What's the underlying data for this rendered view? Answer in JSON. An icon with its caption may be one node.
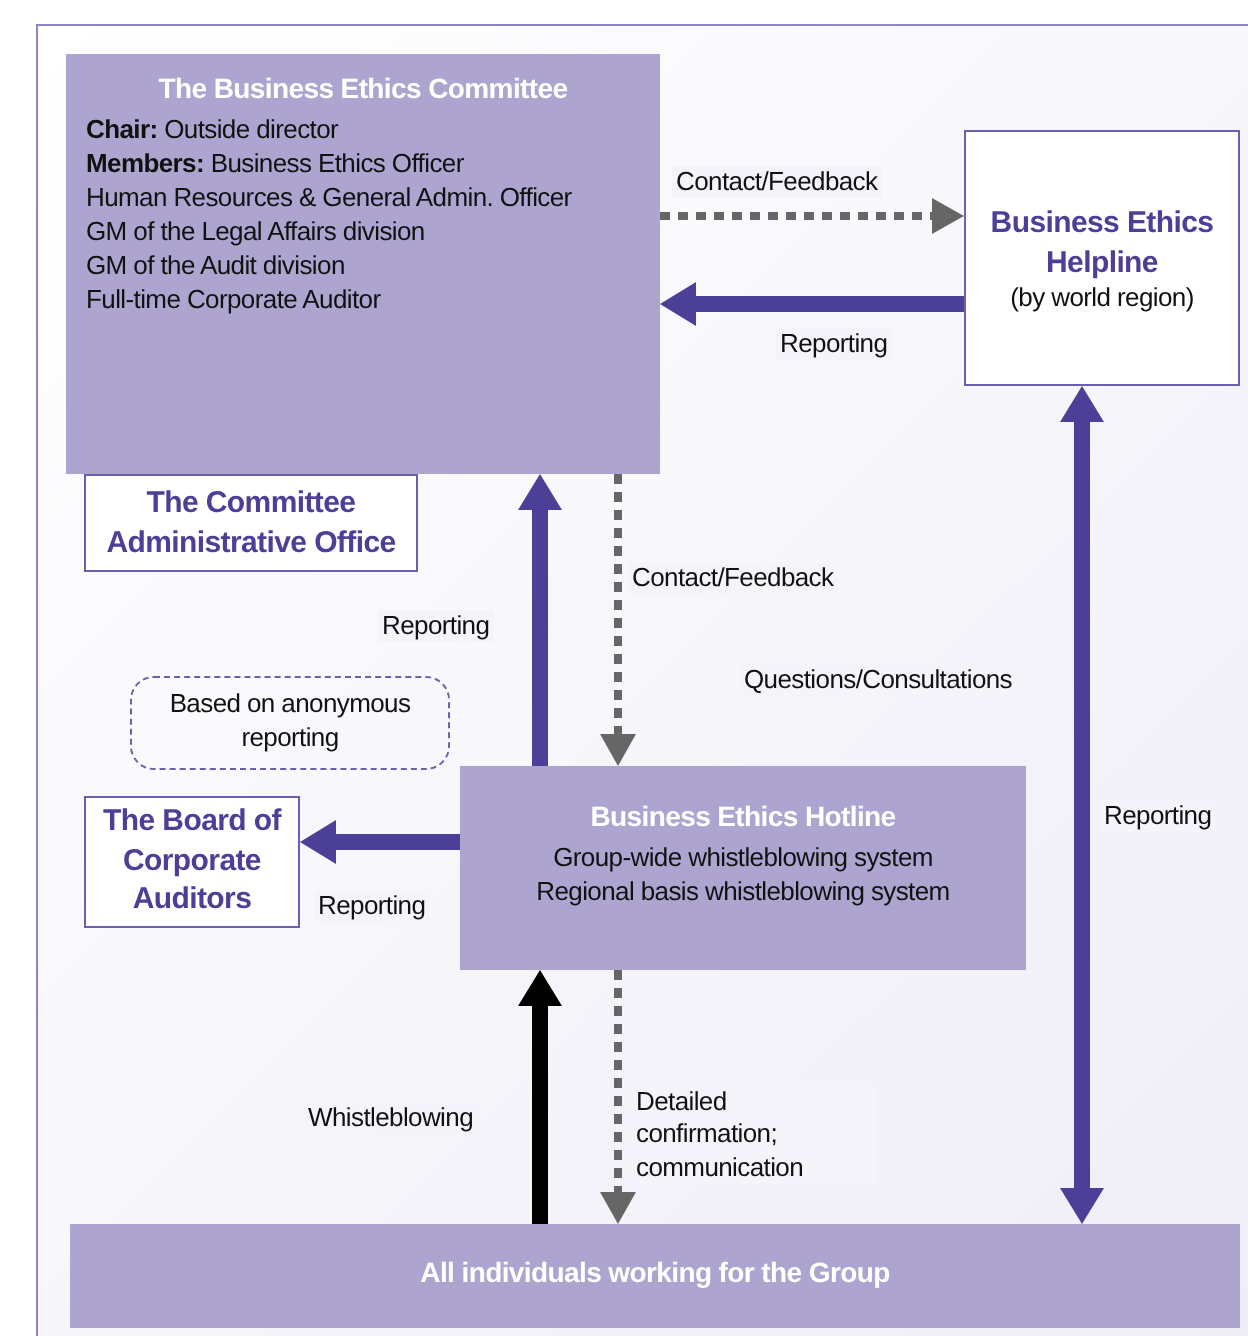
{
  "diagram": {
    "nodes": [
      {
        "text": [
          "The Business Ethics Committee",
          "**Chair:** Outside director",
          "**Members:** Business Ethics Officer",
          "Human Resources & General Admin. Officer",
          "GM of the Legal Affairs division",
          "GM of the Audit division",
          "Full-time Corporate Auditor"
        ]
      },
      {
        "text": [
          "The Committee Administrative Office"
        ]
      },
      {
        "text": [
          "Business Ethics Helpline",
          "(by world region)"
        ]
      },
      {
        "text": [
          "Based on anonymous reporting"
        ]
      },
      {
        "text": [
          "The Board of Corporate Auditors"
        ]
      },
      {
        "text": [
          "Business Ethics Hotline",
          "Group-wide whistleblowing system",
          "Regional basis whistleblowing system"
        ]
      },
      {
        "text": [
          "All individuals working for the Group"
        ]
      }
    ],
    "edges": [
      {
        "from": 0,
        "to": 2,
        "arrow": "to",
        "label": "Contact/Feedback",
        "style": "dashed",
        "color": "#666666"
      },
      {
        "from": 2,
        "to": 0,
        "arrow": "to",
        "label": "Reporting"
      },
      {
        "from": 5,
        "to": 0,
        "arrow": "to",
        "label": "Reporting"
      },
      {
        "from": 0,
        "to": 5,
        "arrow": "to",
        "label": "Contact/Feedback",
        "style": "dashed",
        "color": "#666666"
      },
      {
        "from": 5,
        "to": 4,
        "arrow": "to",
        "label": "Reporting"
      },
      {
        "from": 6,
        "to": 5,
        "arrow": "to",
        "label": "Whistleblowing",
        "color": "#000000"
      },
      {
        "from": 5,
        "to": 6,
        "arrow": "to",
        "label": "Detailed confirmation; communication",
        "style": "dashed",
        "color": "#666666"
      },
      {
        "from": 2,
        "to": 6,
        "arrow": "both",
        "label": "Questions/Consultations"
      }
    ],
    "labels": [
      "Reporting"
    ]
  }
}
